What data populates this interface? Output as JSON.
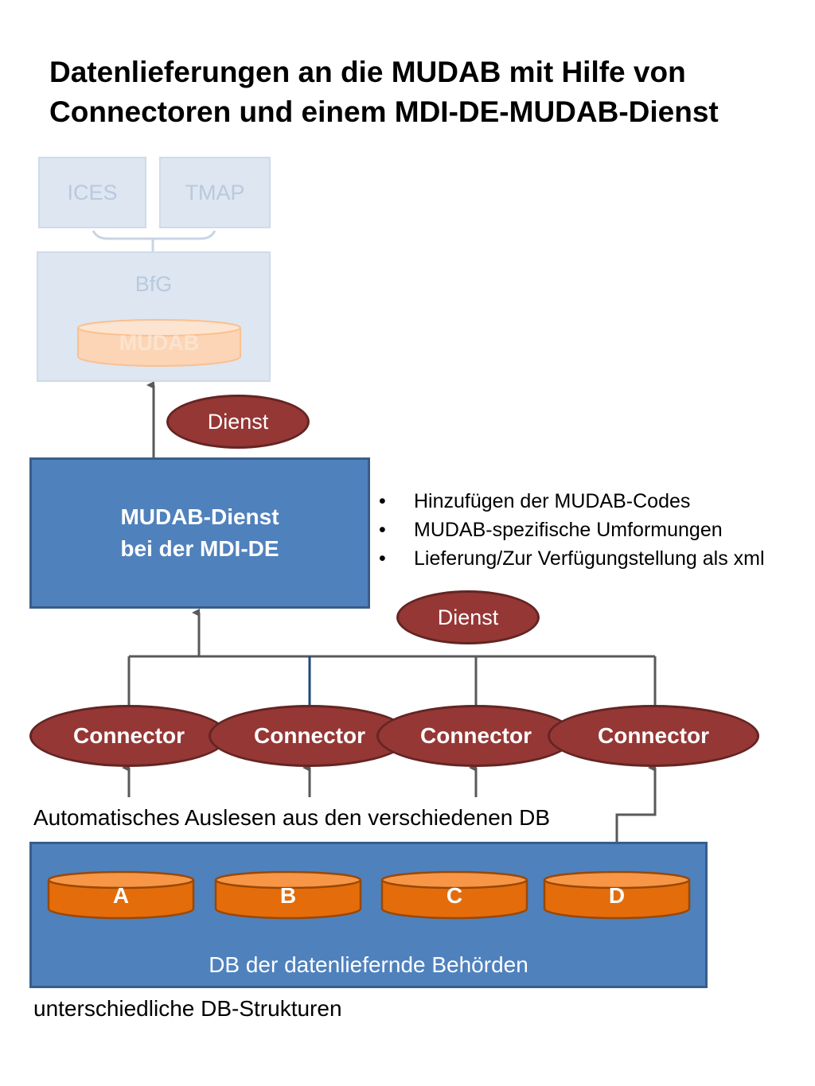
{
  "title": {
    "line1": "Datenlieferungen an die MUDAB mit Hilfe von",
    "line2": "Connectoren und einem MDI-DE-MUDAB-Dienst"
  },
  "top": {
    "ices": "ICES",
    "tmap": "TMAP",
    "bfg": "BfG",
    "mudab": "MUDAB"
  },
  "dienst_upper": "Dienst",
  "mudab_dienst": {
    "line1": "MUDAB-Dienst",
    "line2": "bei der MDI-DE"
  },
  "bullets": [
    "Hinzufügen der MUDAB-Codes",
    "MUDAB-spezifische Umformungen",
    "Lieferung/Zur Verfügungstellung als xml"
  ],
  "dienst_lower": "Dienst",
  "connectors": [
    "Connector",
    "Connector",
    "Connector",
    "Connector"
  ],
  "auto_read_caption": "Automatisches Auslesen aus den verschiedenen DB",
  "databases": [
    "A",
    "B",
    "C",
    "D"
  ],
  "db_box_label": "DB der datenliefernde Behörden",
  "bottom_caption": "unterschiedliche DB-Strukturen",
  "colors": {
    "box_blue": "#4f81bd",
    "ellipse_red": "#953735",
    "cylinder_orange": "#e46c0a",
    "faded_blue": "#dde6f1"
  }
}
